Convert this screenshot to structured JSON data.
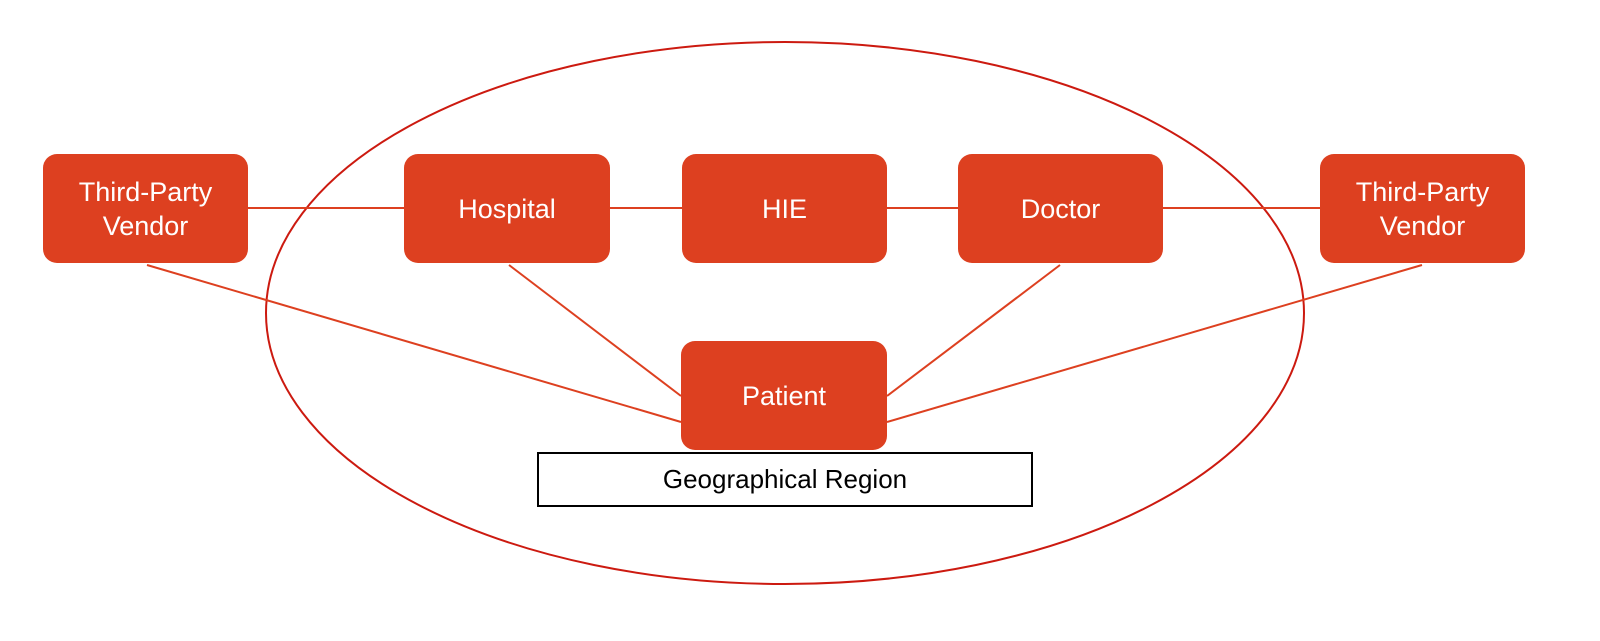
{
  "nodes": {
    "vendor_left": "Third-Party Vendor",
    "hospital": "Hospital",
    "hie": "HIE",
    "doctor": "Doctor",
    "vendor_right": "Third-Party Vendor",
    "patient": "Patient"
  },
  "region_label": "Geographical Region",
  "colors": {
    "node_fill": "#dd4020",
    "ellipse_stroke": "#cc1a10",
    "connector": "#dd4020"
  }
}
